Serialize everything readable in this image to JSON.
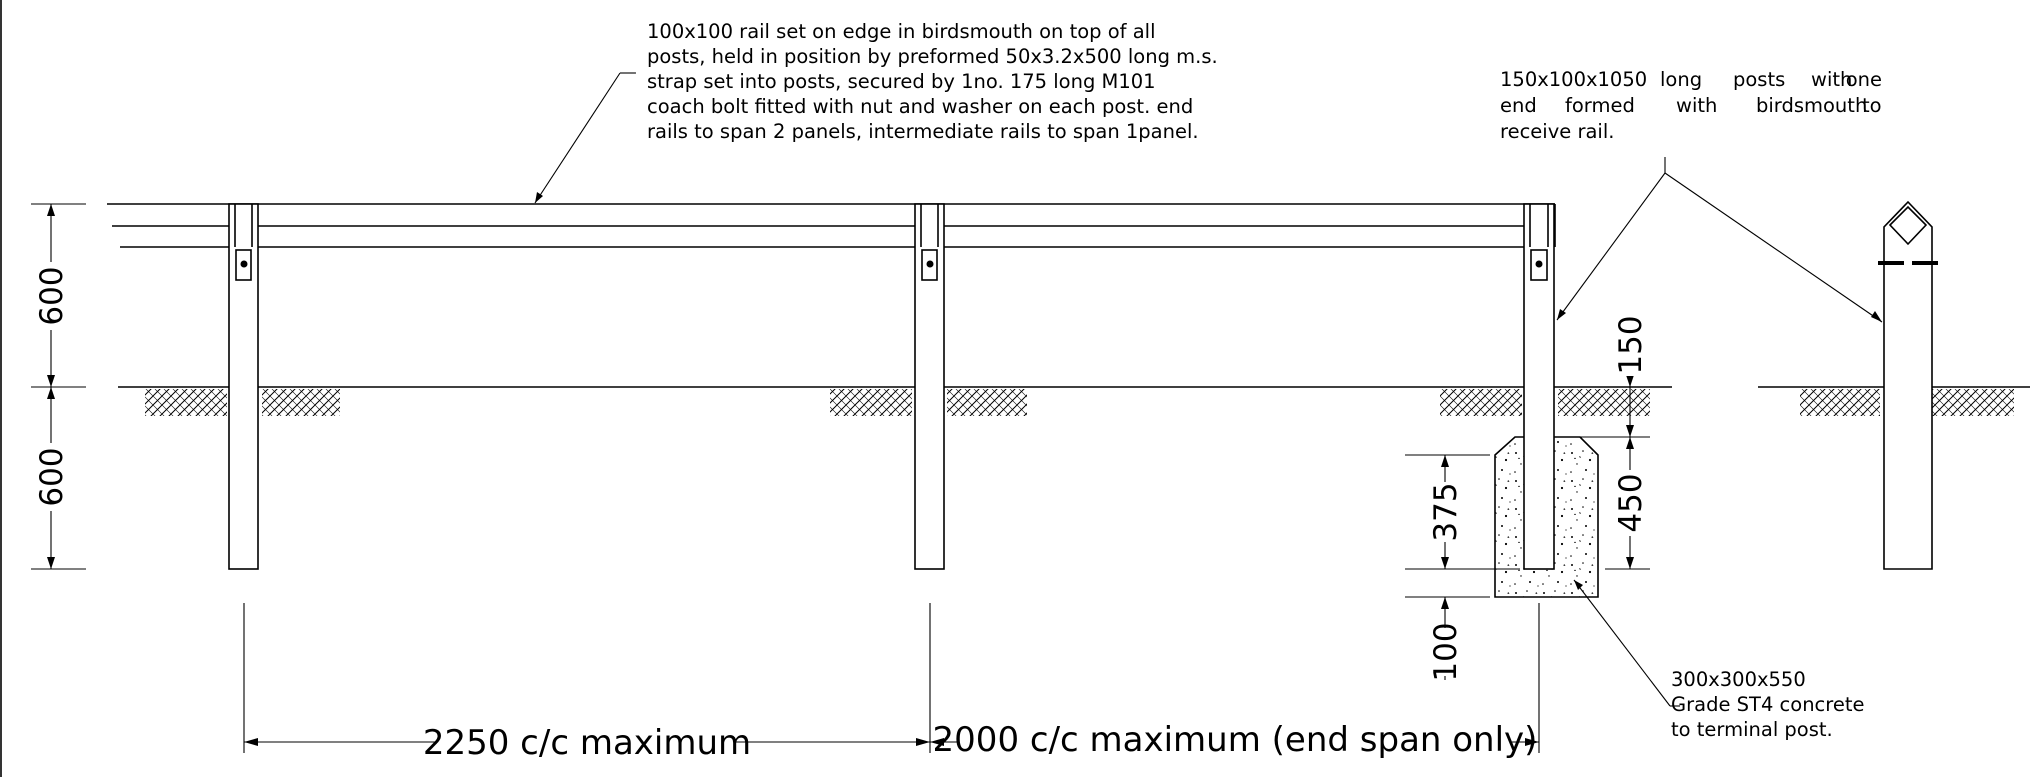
{
  "notes": {
    "rail": [
      "100x100 rail set on edge in birdsmouth on top of all",
      "posts, held in position by preformed 50x3.2x500 long m.s.",
      "strap set into posts, secured by 1no. 175 long M101",
      "coach bolt fitted with nut and washer on each post. end",
      "rails to span 2 panels, intermediate rails to span 1panel."
    ],
    "posts": [
      [
        "150x100x1050",
        "long",
        "posts",
        "with",
        "one"
      ],
      [
        "end",
        "formed",
        "with",
        "birdsmouth",
        "to"
      ],
      [
        "receive rail."
      ]
    ],
    "concrete": [
      "300x300x550",
      "Grade ST4 concrete",
      "to terminal post."
    ]
  },
  "dimensions": {
    "above_ground": "600",
    "below_ground": "600",
    "post_above_footing": "150",
    "footing_embed": "450",
    "footing_depth": "375",
    "footing_base": "100",
    "span_intermediate": "2250 c/c maximum",
    "span_end": "2000 c/c maximum (end span only)"
  }
}
